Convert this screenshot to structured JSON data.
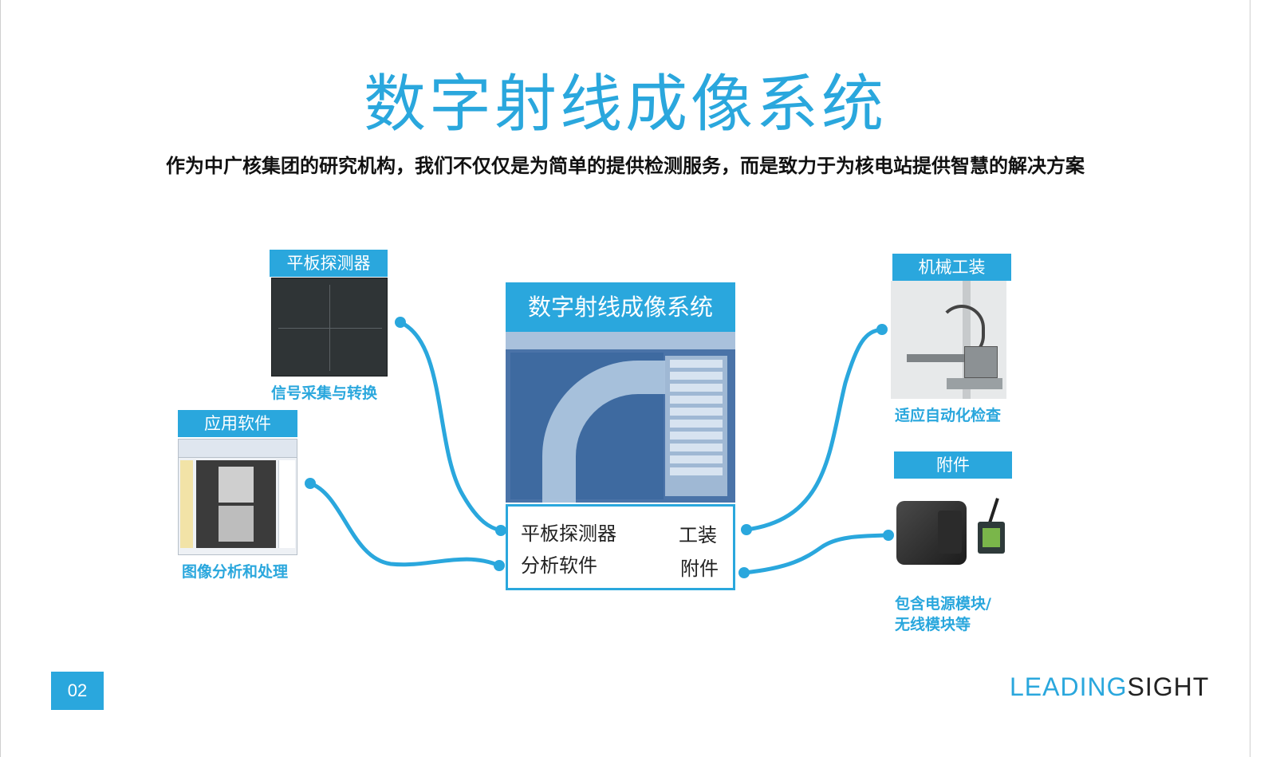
{
  "title": "数字射线成像系统",
  "subtitle": "作为中广核集团的研究机构，我们不仅仅是为简单的提供检测服务，而是致力于为核电站提供智慧的解决方案",
  "colors": {
    "accent": "#2aa7dd",
    "text": "#111111"
  },
  "left": {
    "detector": {
      "tag": "平板探测器",
      "caption": "信号采集与转换"
    },
    "software": {
      "tag": "应用软件",
      "caption": "图像分析和处理"
    }
  },
  "right": {
    "fixture": {
      "tag": "机械工装",
      "caption": "适应自动化检查"
    },
    "accessory": {
      "tag": "附件",
      "caption_line1": "包含电源模块/",
      "caption_line2": "无线模块等"
    }
  },
  "center": {
    "header": "数字射线成像系统",
    "labels": {
      "detector": "平板探测器",
      "software": "分析软件",
      "fixture": "工装",
      "accessory": "附件"
    }
  },
  "footer": {
    "page_number": "02",
    "brand_part1": "LEADING",
    "brand_part2": "SIGHT"
  }
}
